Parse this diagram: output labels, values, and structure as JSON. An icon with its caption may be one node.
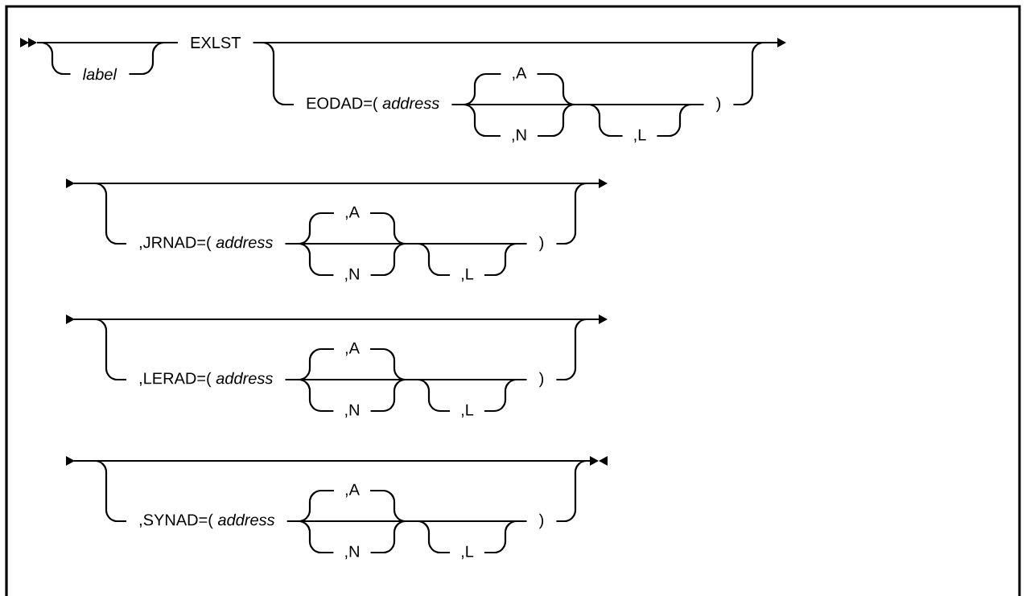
{
  "diagram": {
    "labels": [
      "*label*",
      "EXLST",
      "EODAD=( *address*",
      ",A",
      ",N",
      ",L",
      ")",
      ",JRNAD=( *address*",
      ",A",
      ",N",
      ",L",
      ")",
      ",LERAD=( *address*",
      ",A",
      ",N",
      ",L",
      ")",
      ",SYNAD=( *address*",
      ",A",
      ",N",
      ",L",
      ")"
    ]
  }
}
